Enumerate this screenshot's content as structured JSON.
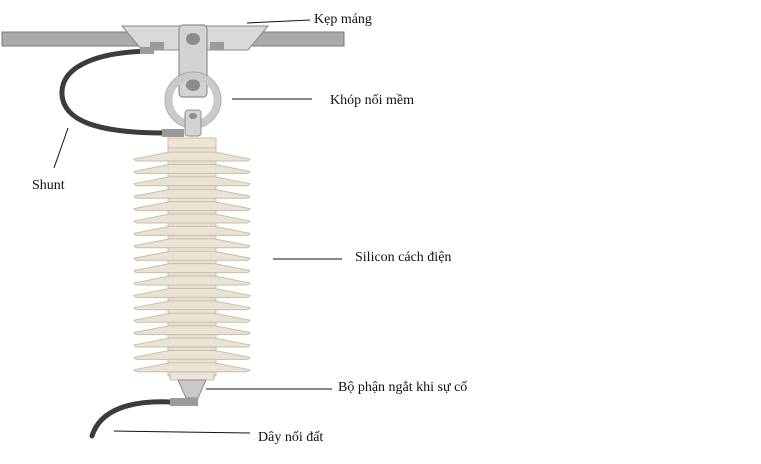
{
  "labels": {
    "clamp": "Kẹp máng",
    "flex_joint": "Khóp nối mềm",
    "shunt": "Shunt",
    "silicone": "Silicon cách điện",
    "disconnector": "Bộ phận ngắt khi sự cố",
    "ground_wire": "Dây nối đất"
  },
  "colors": {
    "bar": "#a9abaa",
    "metal": "#d2d3d2",
    "metal_dark": "#8f8f8f",
    "cable": "#3c3c3c",
    "shed": "#eae3d3",
    "shed_edge": "#c7bfae",
    "core": "#e9e2d1"
  },
  "insulator": {
    "shed_count": 18
  }
}
